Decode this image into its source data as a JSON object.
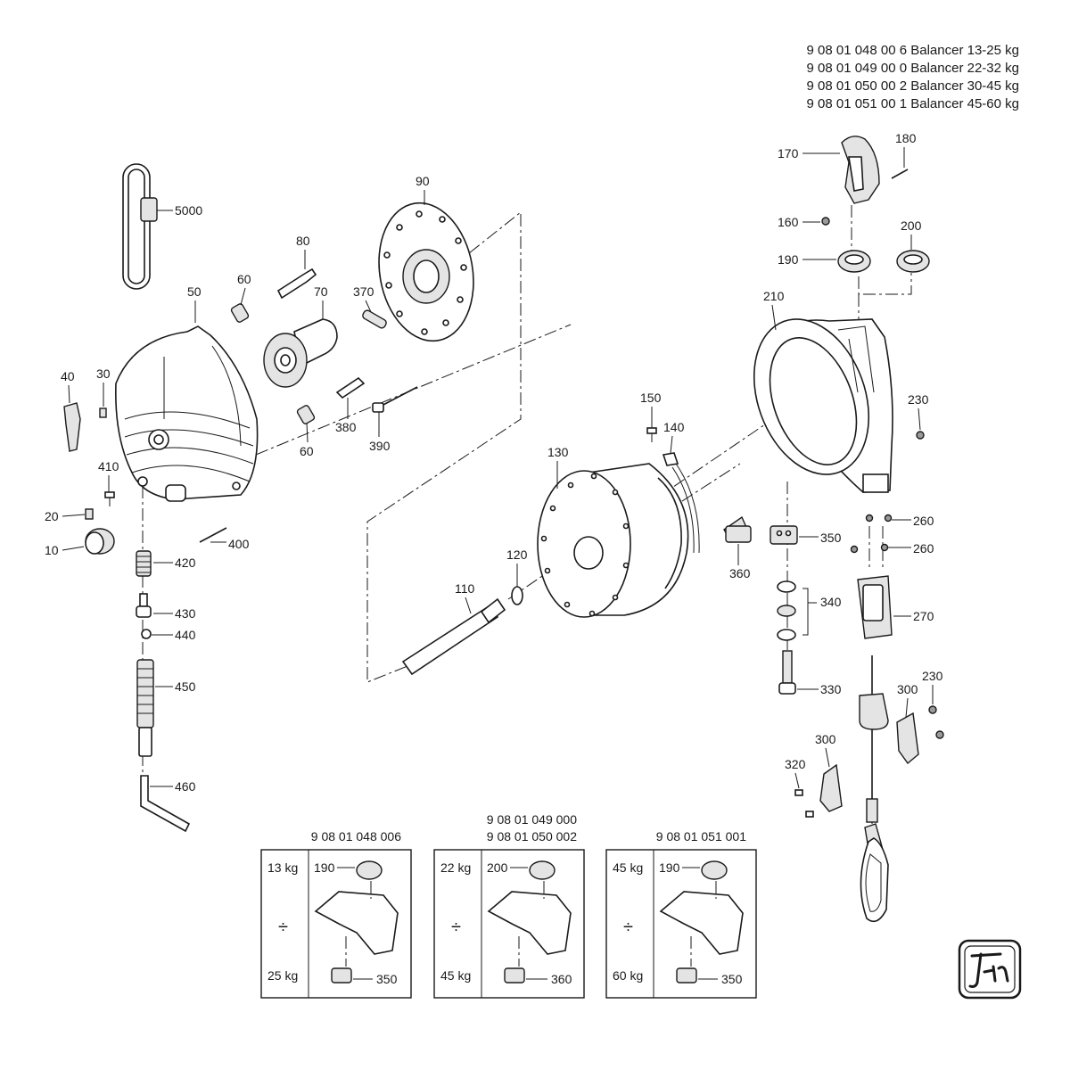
{
  "header": {
    "lines": [
      "9 08 01 048 00 6  Balancer 13-25 kg",
      "9 08 01 049 00 0  Balancer 22-32 kg",
      "9 08 01 050 00 2  Balancer 30-45 kg",
      "9 08 01 051 00 1  Balancer 45-60 kg"
    ]
  },
  "labels": {
    "p5000": "5000",
    "p80": "80",
    "p90": "90",
    "p60a": "60",
    "p70": "70",
    "p370": "370",
    "p50": "50",
    "p40": "40",
    "p30": "30",
    "p380": "380",
    "p60b": "60",
    "p390": "390",
    "p410": "410",
    "p20": "20",
    "p10": "10",
    "p400": "400",
    "p420": "420",
    "p430": "430",
    "p440": "440",
    "p450": "450",
    "p460": "460",
    "p110": "110",
    "p120": "120",
    "p130": "130",
    "p150": "150",
    "p140": "140",
    "p170": "170",
    "p180": "180",
    "p160": "160",
    "p190": "190",
    "p200": "200",
    "p210": "210",
    "p230a": "230",
    "p260a": "260",
    "p260b": "260",
    "p350": "350",
    "p360": "360",
    "p340": "340",
    "p270": "270",
    "p330": "330",
    "p300a": "300",
    "p230b": "230",
    "p300b": "300",
    "p320": "320"
  },
  "variants": [
    {
      "code": "9 08 01 048 006",
      "min": "13 kg",
      "max": "25 kg",
      "div": "÷",
      "top_part": "190",
      "bottom_part": "350"
    },
    {
      "code": "9 08 01 049 000",
      "code2": "9 08 01 050 002",
      "min": "22 kg",
      "max": "45 kg",
      "div": "÷",
      "top_part": "200",
      "bottom_part": "360"
    },
    {
      "code": "9 08 01 051 001",
      "min": "45 kg",
      "max": "60 kg",
      "div": "÷",
      "top_part": "190",
      "bottom_part": "350"
    }
  ],
  "logo": {
    "text": "Fein"
  }
}
